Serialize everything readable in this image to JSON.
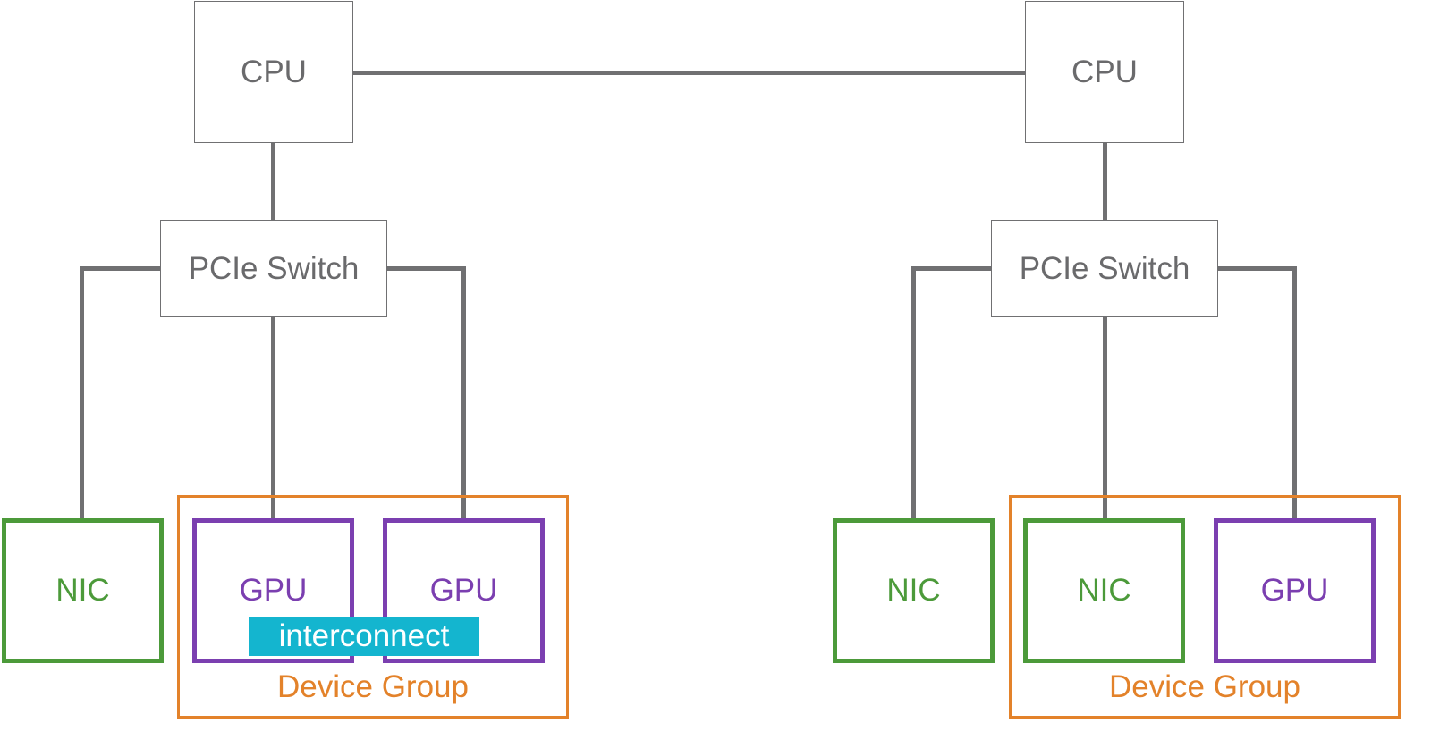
{
  "left": {
    "cpu": "CPU",
    "switch": "PCIe Switch",
    "nic": "NIC",
    "gpu_a": "GPU",
    "gpu_b": "GPU",
    "interconnect": "interconnect",
    "group": "Device Group"
  },
  "right": {
    "cpu": "CPU",
    "switch": "PCIe Switch",
    "nic_a": "NIC",
    "nic_b": "NIC",
    "gpu": "GPU",
    "group": "Device Group"
  },
  "colors": {
    "wire": "#707072",
    "nic": "#4c9a3a",
    "gpu": "#7b3fb0",
    "group": "#e3822a",
    "interconnect": "#14b5cf"
  }
}
